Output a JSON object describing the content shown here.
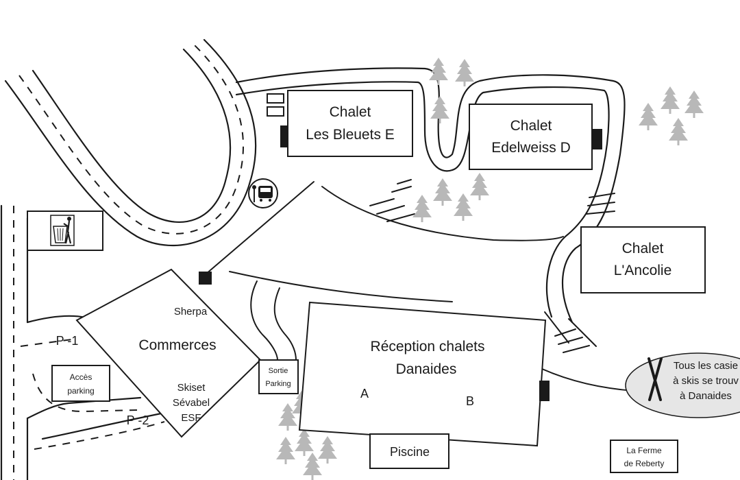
{
  "buildings": {
    "bleuets": {
      "line1": "Chalet",
      "line2": "Les Bleuets E"
    },
    "edelweiss": {
      "line1": "Chalet",
      "line2": "Edelweiss D"
    },
    "ancolie": {
      "line1": "Chalet",
      "line2": "L'Ancolie"
    },
    "reception": {
      "line1": "Réception chalets",
      "line2": "Danaides",
      "wing_a": "A",
      "wing_b": "B"
    },
    "commerces": {
      "name": "Commerces",
      "shop1": "Sherpa",
      "shop2": "Skiset",
      "shop3": "Sévabel",
      "shop4": "ESF"
    },
    "piscine": {
      "label": "Piscine"
    },
    "sortie": {
      "line1": "Sortie",
      "line2": "Parking"
    },
    "acces": {
      "line1": "Accès",
      "line2": "parking"
    },
    "ferme": {
      "line1": "La Ferme",
      "line2": "de Reberty"
    }
  },
  "parking": {
    "p1": "P -1",
    "p2": "P -2"
  },
  "callout": {
    "line1": "Tous les casie",
    "line2": "à skis se trouv",
    "line3": "à Danaides"
  },
  "icons": [
    "bus-stop-icon",
    "trash-bin-icon",
    "ski-icon",
    "tree-icon"
  ],
  "colors": {
    "ink": "#1a1a1a",
    "trees": "#b8b8b8",
    "callout_fill": "#e6e6e6"
  }
}
